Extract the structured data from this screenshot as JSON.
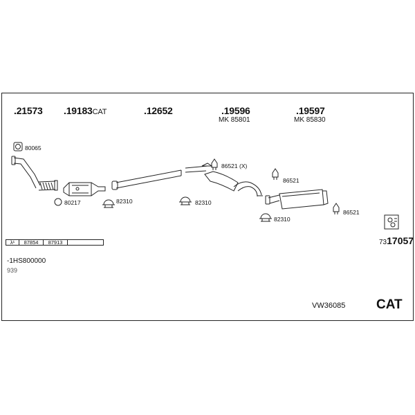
{
  "part_numbers": [
    {
      "number": ".21573",
      "suffix": ""
    },
    {
      "number": ".19183",
      "suffix": "CAT"
    },
    {
      "number": ".12652",
      "suffix": ""
    },
    {
      "number": ".19596",
      "suffix": ""
    },
    {
      "number": ".19597",
      "suffix": ""
    }
  ],
  "mk_codes": [
    "MK  85801",
    "MK  85830"
  ],
  "component_labels": {
    "gasket_top": "80065",
    "ring_gasket": "80217",
    "clamp_1": "82310",
    "clamp_2": "82310",
    "clamp_3": "82310",
    "hanger_x": "86521 (X)",
    "hanger_2": "86521",
    "hanger_3": "86521"
  },
  "strip": {
    "symbol": "λ¹",
    "cells": [
      "87854",
      "87913",
      ""
    ]
  },
  "diagram_code": {
    "prefix": "73",
    "main": "17057"
  },
  "vehicle_info": {
    "chassis": "-1HS800000",
    "code": "939"
  },
  "footer": {
    "ref": "VW36085",
    "type": "CAT"
  }
}
